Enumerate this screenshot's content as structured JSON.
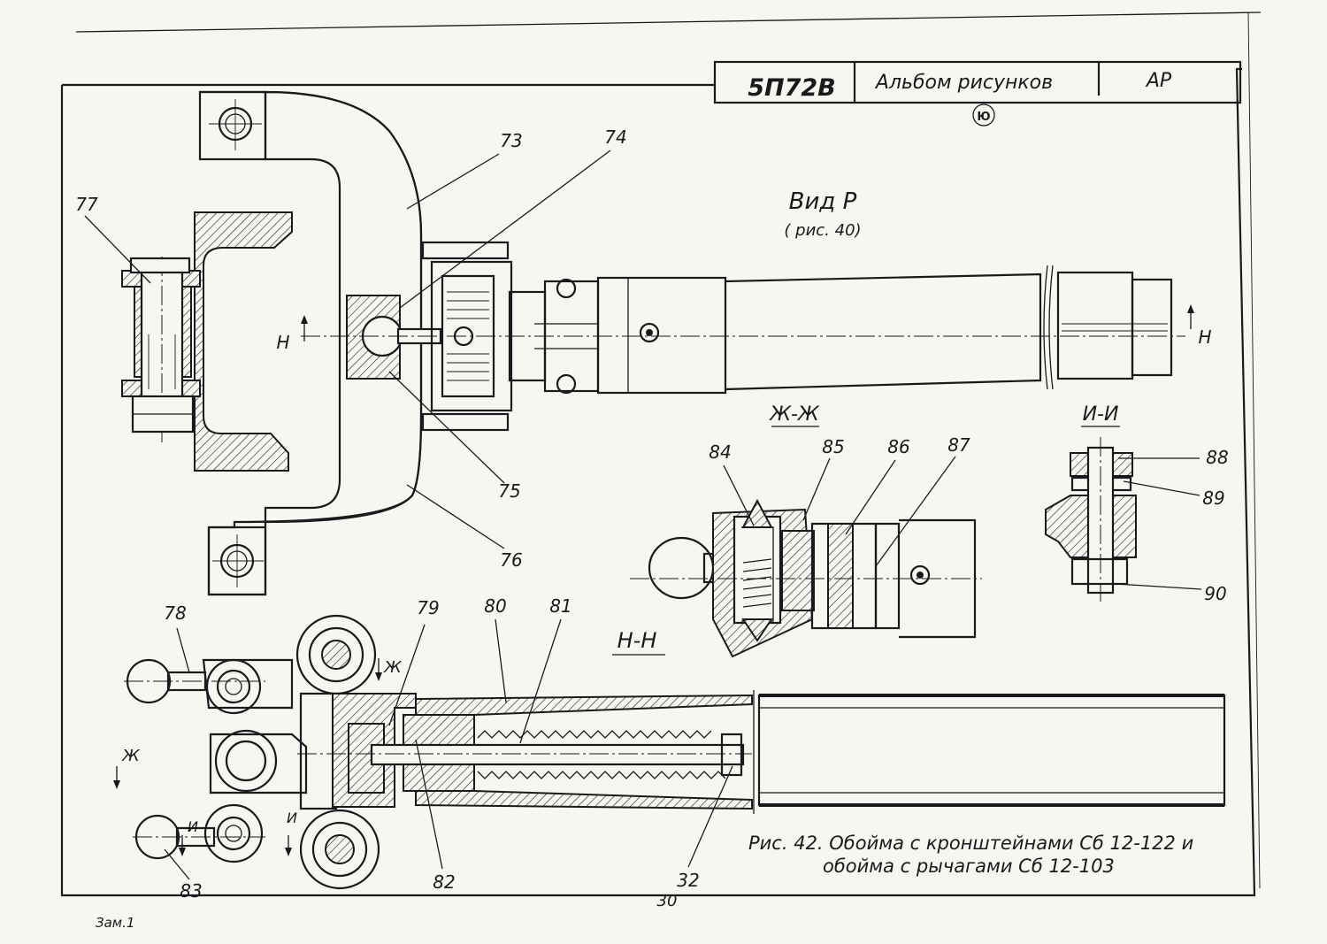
{
  "title_block": {
    "code": "5П72В",
    "album": "Альбом рисунков",
    "tag": "АР",
    "stamp": "Ю"
  },
  "views": {
    "view_p": "Вид Р",
    "view_p_ref": "( рис. 40)",
    "section_h": "Н-Н",
    "section_zh": "Ж-Ж",
    "section_i": "И-И"
  },
  "cut_letters": {
    "h": "Н",
    "zh": "Ж",
    "i": "И"
  },
  "callouts": [
    "73",
    "74",
    "75",
    "76",
    "77",
    "78",
    "79",
    "80",
    "81",
    "82",
    "83",
    "84",
    "85",
    "86",
    "87",
    "88",
    "89",
    "90",
    "32"
  ],
  "caption": {
    "line1": "Рис. 42. Обойма с кронштейнами Сб 12-122 и",
    "line2": "обойма с рычагами Сб 12-103"
  },
  "footer": {
    "page": "30",
    "change": "Зам.1"
  }
}
